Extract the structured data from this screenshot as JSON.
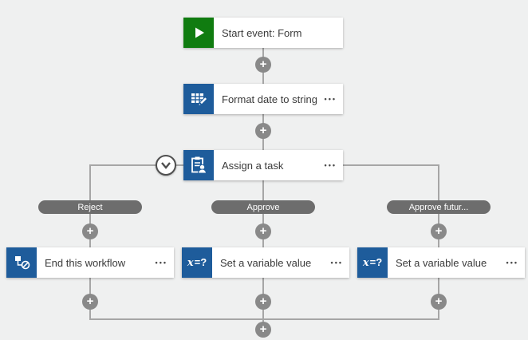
{
  "palette": {
    "canvas_bg": "#eff0f0",
    "line": "#a6a6a6",
    "plus_bg": "#898989",
    "pill_bg": "#6d6d6d",
    "icon_green": "#107c10",
    "icon_blue": "#1e5c9b",
    "card_bg": "#ffffff",
    "card_text": "#3a3a3a"
  },
  "nodes": {
    "start": {
      "label": "Start event: Form",
      "icon": "play-icon"
    },
    "format_date": {
      "label": "Format date to string",
      "icon": "table-edit-icon"
    },
    "assign_task": {
      "label": "Assign a task",
      "icon": "assign-task-icon"
    },
    "end_workflow": {
      "label": "End this workflow",
      "icon": "end-workflow-icon"
    },
    "set_variable_1": {
      "label": "Set a variable value",
      "icon": "variable-icon"
    },
    "set_variable_2": {
      "label": "Set a variable value",
      "icon": "variable-icon"
    }
  },
  "branches": {
    "reject": {
      "label": "Reject"
    },
    "approve": {
      "label": "Approve"
    },
    "approve_future": {
      "label": "Approve futur..."
    }
  },
  "menu_dots": "•••",
  "plus_label": "+",
  "variable_icon": {
    "x": "x",
    "rest": "=?"
  }
}
